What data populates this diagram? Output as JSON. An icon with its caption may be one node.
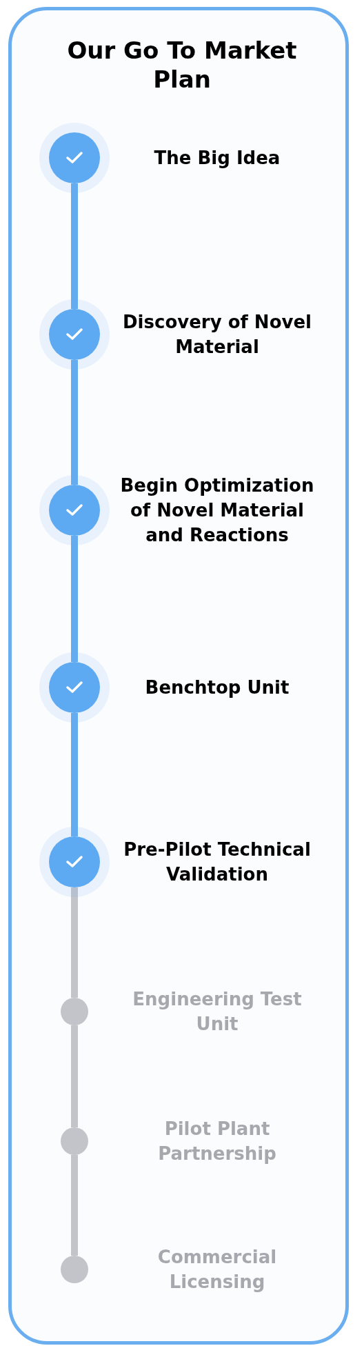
{
  "diagram": {
    "title": "Our Go To Market Plan",
    "nodes": [
      {
        "text": [],
        "shape": "circle",
        "beside": [
          "The Big Idea"
        ]
      },
      {
        "text": [],
        "shape": "circle",
        "beside": [
          "Discovery of Novel Material"
        ]
      },
      {
        "text": [],
        "shape": "circle",
        "beside": [
          "Begin Optimization of Novel Material and Reactions"
        ]
      },
      {
        "text": [],
        "shape": "circle",
        "beside": [
          "Benchtop Unit"
        ]
      },
      {
        "text": [],
        "shape": "circle",
        "beside": [
          "Pre-Pilot Technical Validation"
        ]
      },
      {
        "text": [],
        "shape": "circle",
        "beside": [
          "Engineering Test Unit"
        ]
      },
      {
        "text": [],
        "shape": "circle",
        "beside": [
          "Pilot Plant Partnership"
        ]
      },
      {
        "text": [],
        "shape": "circle",
        "beside": [
          "Commercial Licensing"
        ]
      }
    ],
    "edges": [
      {
        "from": 0,
        "to": 1,
        "arrow": "none"
      },
      {
        "from": 1,
        "to": 2,
        "arrow": "none"
      },
      {
        "from": 2,
        "to": 3,
        "arrow": "none"
      },
      {
        "from": 3,
        "to": 4,
        "arrow": "none"
      },
      {
        "from": 4,
        "to": 5,
        "arrow": "none",
        "color": "#c3c4ca"
      },
      {
        "from": 5,
        "to": 6,
        "arrow": "none",
        "color": "#c3c4ca"
      },
      {
        "from": 6,
        "to": 7,
        "arrow": "none",
        "color": "#c3c4ca"
      }
    ]
  }
}
